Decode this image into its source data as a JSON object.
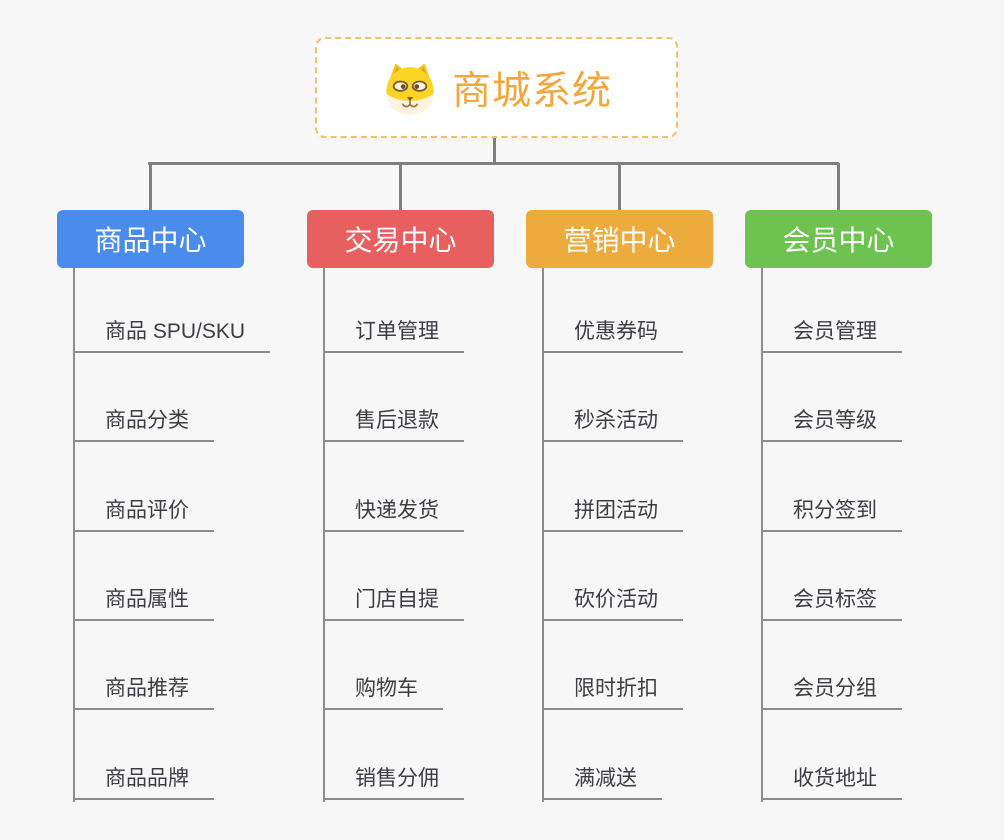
{
  "canvas": {
    "background_color": "#f7f7f7",
    "connector_color": "#7f7f7f",
    "leaf_line_color": "#8c8c8c",
    "leaf_text_color": "#3c3c43"
  },
  "root": {
    "title": "商城系统",
    "icon": "shiba-dog-icon",
    "text_color": "#f2a73d",
    "border_color": "#f2c06a",
    "background": "#ffffff"
  },
  "branches": [
    {
      "id": "product-center",
      "label": "商品中心",
      "color": "#4a8cec",
      "items": [
        "商品 SPU/SKU",
        "商品分类",
        "商品评价",
        "商品属性",
        "商品推荐",
        "商品品牌"
      ]
    },
    {
      "id": "trade-center",
      "label": "交易中心",
      "color": "#e75f5f",
      "items": [
        "订单管理",
        "售后退款",
        "快递发货",
        "门店自提",
        "购物车",
        "销售分佣"
      ]
    },
    {
      "id": "marketing-center",
      "label": "营销中心",
      "color": "#ecab3c",
      "items": [
        "优惠券码",
        "秒杀活动",
        "拼团活动",
        "砍价活动",
        "限时折扣",
        "满减送"
      ]
    },
    {
      "id": "member-center",
      "label": "会员中心",
      "color": "#6ec24f",
      "items": [
        "会员管理",
        "会员等级",
        "积分签到",
        "会员标签",
        "会员分组",
        "收货地址"
      ]
    }
  ]
}
